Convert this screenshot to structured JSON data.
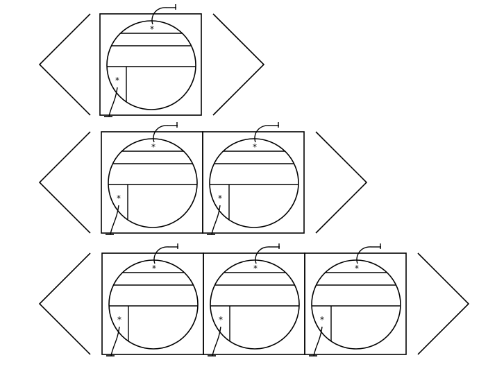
{
  "diagram": {
    "marker_symbol": "*",
    "stroke_color": "#000000",
    "background_color": "#ffffff",
    "rows": [
      {
        "unit_count": 1
      },
      {
        "unit_count": 2
      },
      {
        "unit_count": 3
      }
    ]
  }
}
